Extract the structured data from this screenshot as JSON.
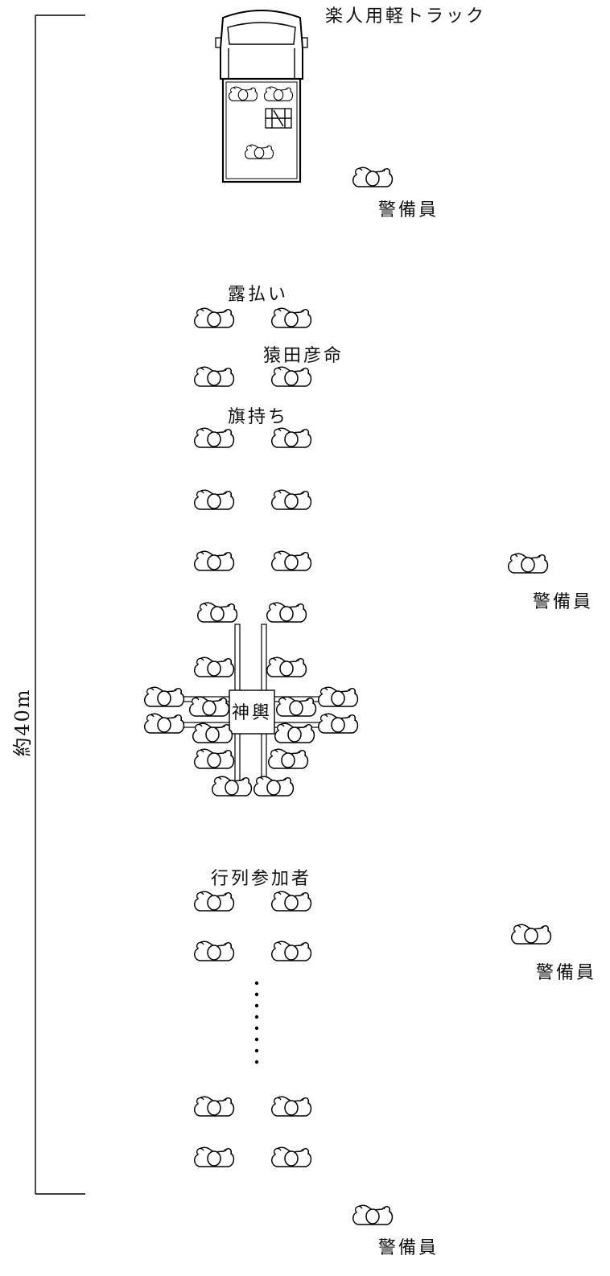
{
  "labels": {
    "truck": "楽人用軽トラック",
    "guard": "警備員",
    "tsuyuharai": "露払い",
    "sarutahiko": "猿田彦命",
    "hatamochi": "旗持ち",
    "mikoshi": "神輿",
    "participants": "行列参加者",
    "length": "約40m"
  },
  "icons": {
    "person": "person-topview-icon",
    "truck": "light-truck-icon",
    "ellipsis": "vertical-ellipsis-icon"
  },
  "colors": {
    "line": "#000000",
    "background": "#ffffff"
  }
}
